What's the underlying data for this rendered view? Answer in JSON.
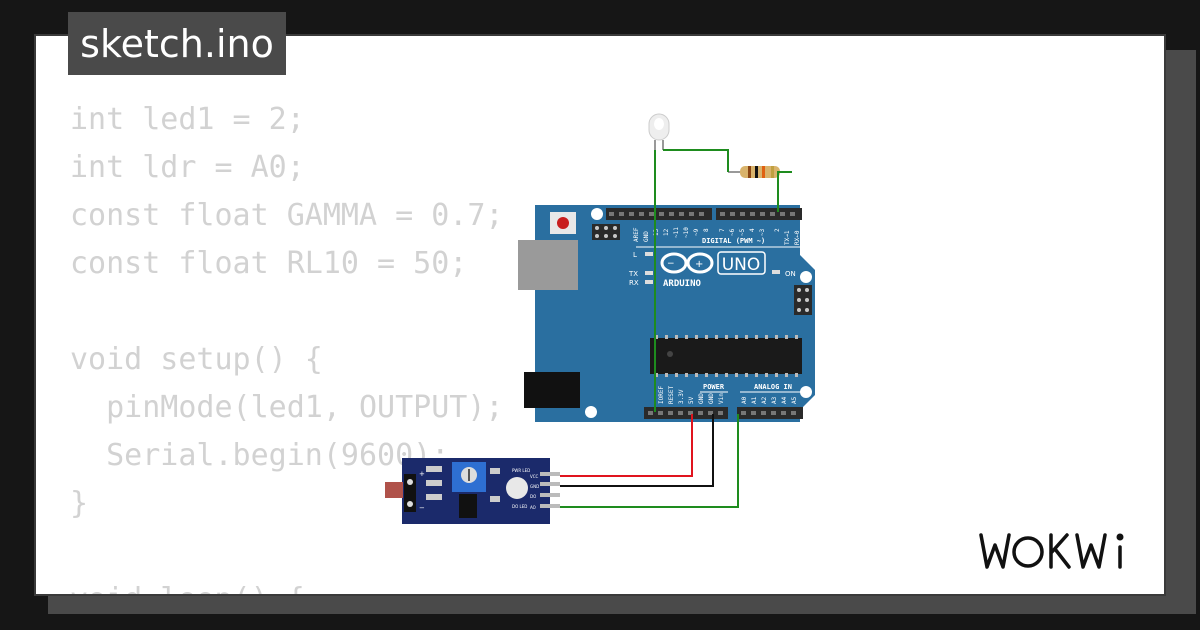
{
  "tab": {
    "title": "sketch.ino"
  },
  "code_lines": [
    "int led1 = 2;",
    "int ldr = A0;",
    "const float GAMMA = 0.7;",
    "const float RL10 = 50;",
    "",
    "void setup() {",
    "  pinMode(led1, OUTPUT);",
    "  Serial.begin(9600);",
    "}",
    "",
    "void loop() {"
  ],
  "board": {
    "model": "UNO",
    "brand": "ARDUINO",
    "digital_header_label": "DIGITAL (PWM ~)",
    "power_label": "POWER",
    "analog_label": "ANALOG IN",
    "on_label": "ON",
    "l_label": "L",
    "tx_label": "TX",
    "rx_label": "RX",
    "digital_pins": [
      "AREF",
      "GND",
      "13",
      "12",
      "~11",
      "~10",
      "~9",
      "8",
      "7",
      "~6",
      "~5",
      "4",
      "~3",
      "2",
      "TX→1",
      "RX←0"
    ],
    "power_pins": [
      "IOREF",
      "RESET",
      "3.3V",
      "5V",
      "GND",
      "GND",
      "Vin"
    ],
    "analog_pins": [
      "A0",
      "A1",
      "A2",
      "A3",
      "A4",
      "A5"
    ]
  },
  "sensor": {
    "pins": [
      "VCC",
      "GND",
      "DO",
      "AO"
    ],
    "labels": [
      "PWR LED",
      "DO LED"
    ],
    "polarity": [
      "+",
      "−"
    ]
  },
  "logo": {
    "text": "WOKWi"
  },
  "colors": {
    "board": "#2a6fa0",
    "wire_green": "#1e8c1e",
    "wire_red": "#e0141e",
    "wire_black": "#111111",
    "sensor_pcb": "#1b2a6b"
  }
}
